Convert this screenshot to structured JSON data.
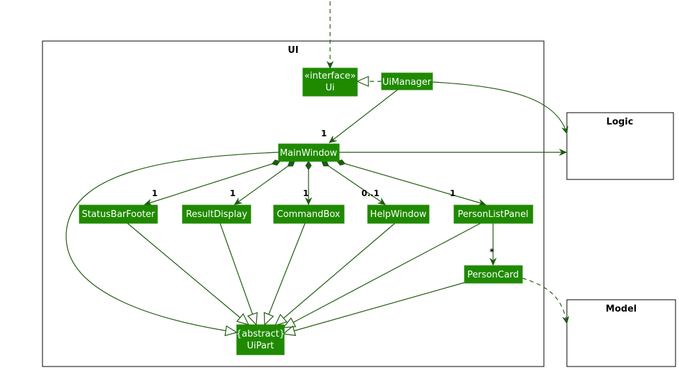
{
  "packages": {
    "ui": "UI",
    "logic": "Logic",
    "model": "Model"
  },
  "classes": {
    "ui_interface_stereotype": "«interface»",
    "ui_interface_name": "Ui",
    "ui_manager": "UiManager",
    "main_window": "MainWindow",
    "status_bar_footer": "StatusBarFooter",
    "result_display": "ResultDisplay",
    "command_box": "CommandBox",
    "help_window": "HelpWindow",
    "person_list_panel": "PersonListPanel",
    "person_card": "PersonCard",
    "ui_part_stereotype": "{abstract}",
    "ui_part_name": "UiPart"
  },
  "multiplicities": {
    "main_window": "1",
    "status_bar_footer": "1",
    "result_display": "1",
    "command_box": "1",
    "help_window": "0..1",
    "person_list_panel": "1",
    "person_card": "*"
  },
  "colors": {
    "class_fill": "#1f8a00",
    "class_text": "#ffffff",
    "edge": "#1e5a10"
  }
}
